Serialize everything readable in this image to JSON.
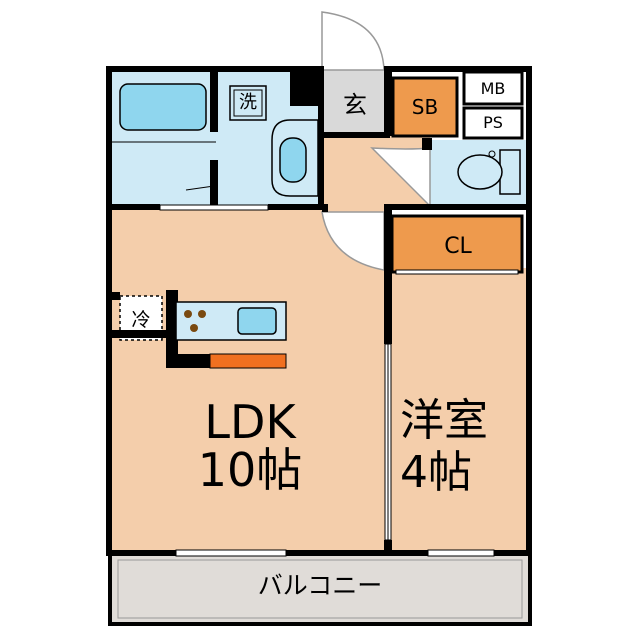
{
  "rooms": {
    "ldk": {
      "name": "LDK",
      "size": "10帖"
    },
    "western": {
      "name": "洋室",
      "size": "4帖"
    },
    "closet": "CL",
    "shoe_box": "SB",
    "meter_box": "MB",
    "pipe_space": "PS",
    "entrance": "玄",
    "washer": "洗",
    "fridge": "冷",
    "balcony": "バルコニー"
  },
  "colors": {
    "floor": "#f4ceab",
    "wet_area": "#cfeaf6",
    "fixture": "#8fd6ee",
    "storage": "#ee9a4d",
    "counter": "#f07020",
    "balcony": "#e0dcd8",
    "entrance": "#d9d9d9",
    "wall": "#000000",
    "door_swing": "#b8b8b8"
  }
}
